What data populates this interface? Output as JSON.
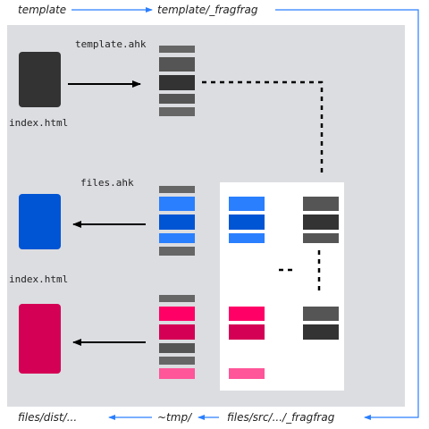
{
  "labels": {
    "top_left": "template",
    "top_right": "template/_fragfrag",
    "template_ahk": "template.ahk",
    "index_html_top": "index.html",
    "files_ahk": "files.ahk",
    "index_html_bottom": "index.html",
    "bottom_left": "files/dist/...",
    "bottom_middle": "~tmp/",
    "bottom_right": "files/src/.../_fragfrag"
  },
  "colors": {
    "panel_bg": "#dcdde1",
    "inner_bg": "#ffffff",
    "dark_doc": "#333333",
    "blue_doc": "#0055d4",
    "crimson_doc": "#d40055",
    "bar_gray": "#666666",
    "bar_dark": "#333333",
    "bar_blue": "#2a7fff",
    "bar_blue_dark": "#0055d4",
    "bar_pink": "#ff0066",
    "bar_pink_dark": "#d40055",
    "bar_pink_light": "#ff5599",
    "flow_line": "#2a7fff",
    "arrow": "#000000"
  },
  "icons": {
    "documents": "document-icon",
    "fragments": "fragment-bar-icon"
  }
}
